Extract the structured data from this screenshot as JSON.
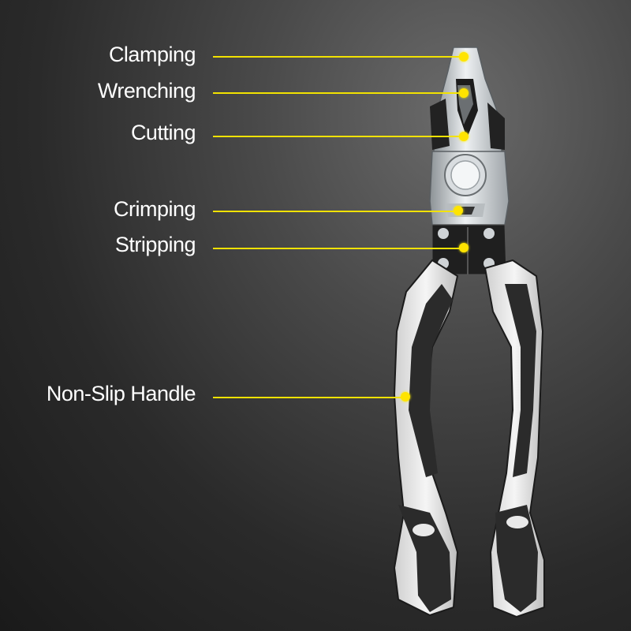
{
  "features": [
    {
      "id": "clamping",
      "label": "Clamping"
    },
    {
      "id": "wrenching",
      "label": "Wrenching"
    },
    {
      "id": "cutting",
      "label": "Cutting"
    },
    {
      "id": "crimping",
      "label": "Crimping"
    },
    {
      "id": "stripping",
      "label": "Stripping"
    },
    {
      "id": "non-slip-handle",
      "label": "Non-Slip Handle"
    }
  ],
  "colors": {
    "leader": "#f2e200",
    "dot": "#ffe400",
    "label": "#ffffff",
    "handle_light": "#e9e9e9",
    "handle_dark": "#2b2b2b",
    "steel": "#cfd3d6"
  }
}
